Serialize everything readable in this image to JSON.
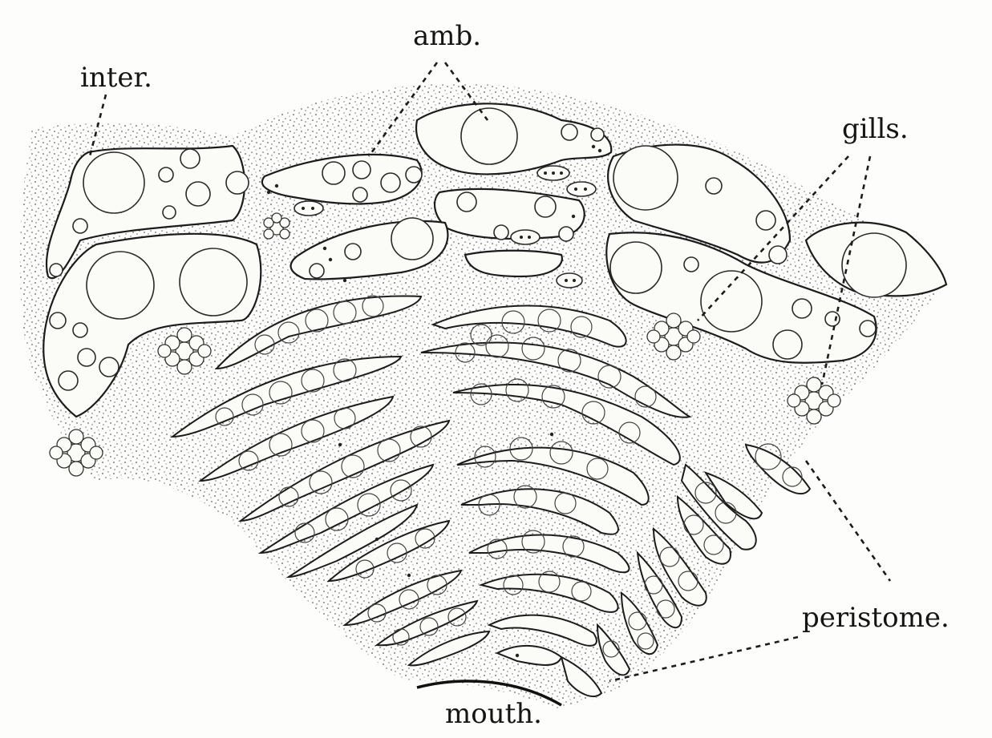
{
  "labels": {
    "inter": "inter.",
    "amb": "amb.",
    "gills": "gills.",
    "peristome": "peristome.",
    "mouth": "mouth."
  }
}
